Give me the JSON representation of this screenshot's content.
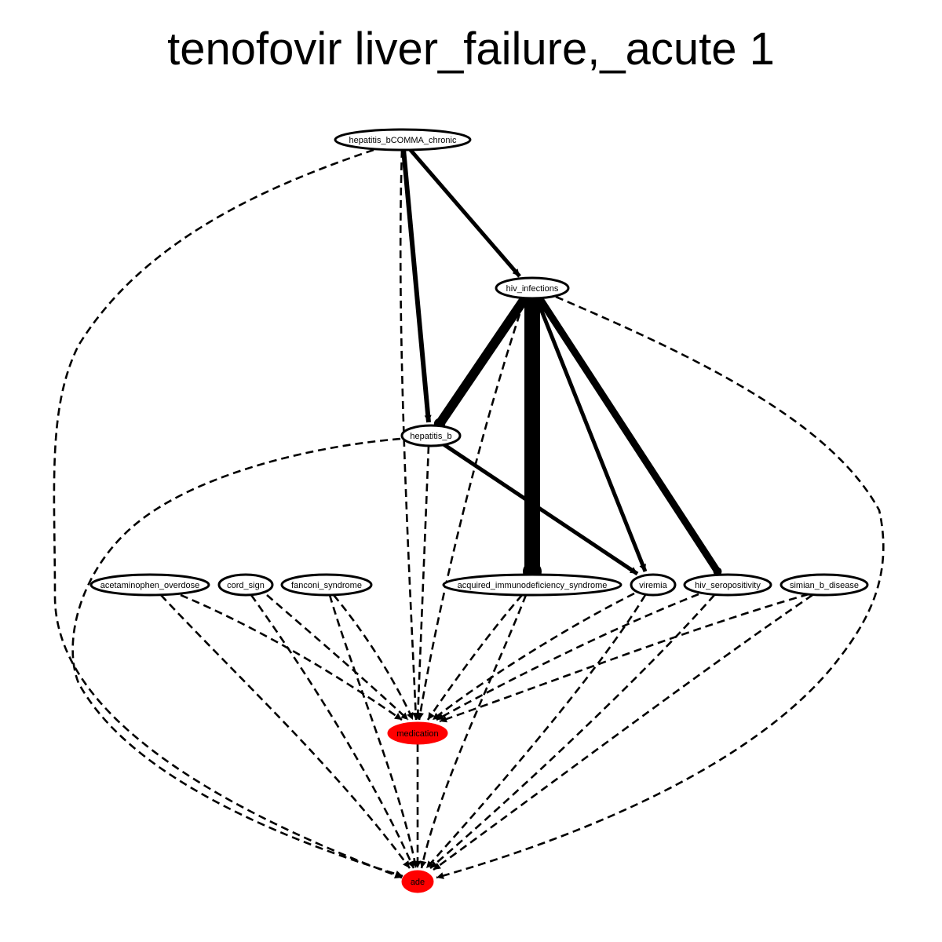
{
  "title": "tenofovir liver_failure,_acute 1",
  "colors": {
    "outcome_fill": "#ff0000",
    "node_fill": "#ffffff",
    "stroke": "#000000"
  },
  "nodes": [
    {
      "id": "hepatitis_bcomma_chronic",
      "label": "hepatitis_bCOMMA_chronic",
      "type": "condition"
    },
    {
      "id": "hiv_infections",
      "label": "hiv_infections",
      "type": "condition"
    },
    {
      "id": "hepatitis_b",
      "label": "hepatitis_b",
      "type": "condition"
    },
    {
      "id": "acetaminophen_overdose",
      "label": "acetaminophen_overdose",
      "type": "condition"
    },
    {
      "id": "cord_sign",
      "label": "cord_sign",
      "type": "condition"
    },
    {
      "id": "fanconi_syndrome",
      "label": "fanconi_syndrome",
      "type": "condition"
    },
    {
      "id": "acquired_immunodeficiency_syndrome",
      "label": "acquired_immunodeficiency_syndrome",
      "type": "condition"
    },
    {
      "id": "viremia",
      "label": "viremia",
      "type": "condition"
    },
    {
      "id": "hiv_seropositivity",
      "label": "hiv_seropositivity",
      "type": "condition"
    },
    {
      "id": "simian_b_disease",
      "label": "simian_b_disease",
      "type": "condition"
    },
    {
      "id": "medication",
      "label": "medication",
      "type": "outcome"
    },
    {
      "id": "ade",
      "label": "ade",
      "type": "outcome"
    }
  ],
  "edges": [
    {
      "from": "hepatitis_bcomma_chronic",
      "to": "hiv_infections",
      "style": "solid",
      "weight": 5
    },
    {
      "from": "hepatitis_bcomma_chronic",
      "to": "hepatitis_b",
      "style": "solid",
      "weight": 6
    },
    {
      "from": "hepatitis_bcomma_chronic",
      "to": "medication",
      "style": "dashed",
      "weight": 2.6
    },
    {
      "from": "hepatitis_bcomma_chronic",
      "to": "ade",
      "style": "dashed",
      "weight": 2.6
    },
    {
      "from": "hiv_infections",
      "to": "hepatitis_b",
      "style": "solid",
      "weight": 12
    },
    {
      "from": "hiv_infections",
      "to": "acquired_immunodeficiency_syndrome",
      "style": "solid",
      "weight": 20
    },
    {
      "from": "hiv_infections",
      "to": "viremia",
      "style": "solid",
      "weight": 5
    },
    {
      "from": "hiv_infections",
      "to": "hiv_seropositivity",
      "style": "solid",
      "weight": 9
    },
    {
      "from": "hiv_infections",
      "to": "medication",
      "style": "dashed",
      "weight": 2.6
    },
    {
      "from": "hiv_infections",
      "to": "ade",
      "style": "dashed",
      "weight": 2.6
    },
    {
      "from": "hepatitis_b",
      "to": "viremia",
      "style": "solid",
      "weight": 5
    },
    {
      "from": "hepatitis_b",
      "to": "medication",
      "style": "dashed",
      "weight": 2.6
    },
    {
      "from": "hepatitis_b",
      "to": "ade",
      "style": "dashed",
      "weight": 2.6
    },
    {
      "from": "acetaminophen_overdose",
      "to": "medication",
      "style": "dashed",
      "weight": 2.6
    },
    {
      "from": "acetaminophen_overdose",
      "to": "ade",
      "style": "dashed",
      "weight": 2.6
    },
    {
      "from": "cord_sign",
      "to": "medication",
      "style": "dashed",
      "weight": 2.6
    },
    {
      "from": "cord_sign",
      "to": "ade",
      "style": "dashed",
      "weight": 2.6
    },
    {
      "from": "fanconi_syndrome",
      "to": "medication",
      "style": "dashed",
      "weight": 2.6
    },
    {
      "from": "fanconi_syndrome",
      "to": "ade",
      "style": "dashed",
      "weight": 2.6
    },
    {
      "from": "acquired_immunodeficiency_syndrome",
      "to": "medication",
      "style": "dashed",
      "weight": 2.6
    },
    {
      "from": "acquired_immunodeficiency_syndrome",
      "to": "ade",
      "style": "dashed",
      "weight": 2.6
    },
    {
      "from": "viremia",
      "to": "medication",
      "style": "dashed",
      "weight": 2.6
    },
    {
      "from": "viremia",
      "to": "ade",
      "style": "dashed",
      "weight": 2.6
    },
    {
      "from": "hiv_seropositivity",
      "to": "medication",
      "style": "dashed",
      "weight": 2.6
    },
    {
      "from": "hiv_seropositivity",
      "to": "ade",
      "style": "dashed",
      "weight": 2.6
    },
    {
      "from": "simian_b_disease",
      "to": "medication",
      "style": "dashed",
      "weight": 2.6
    },
    {
      "from": "simian_b_disease",
      "to": "ade",
      "style": "dashed",
      "weight": 2.6
    },
    {
      "from": "medication",
      "to": "ade",
      "style": "dashed",
      "weight": 2.6
    }
  ]
}
